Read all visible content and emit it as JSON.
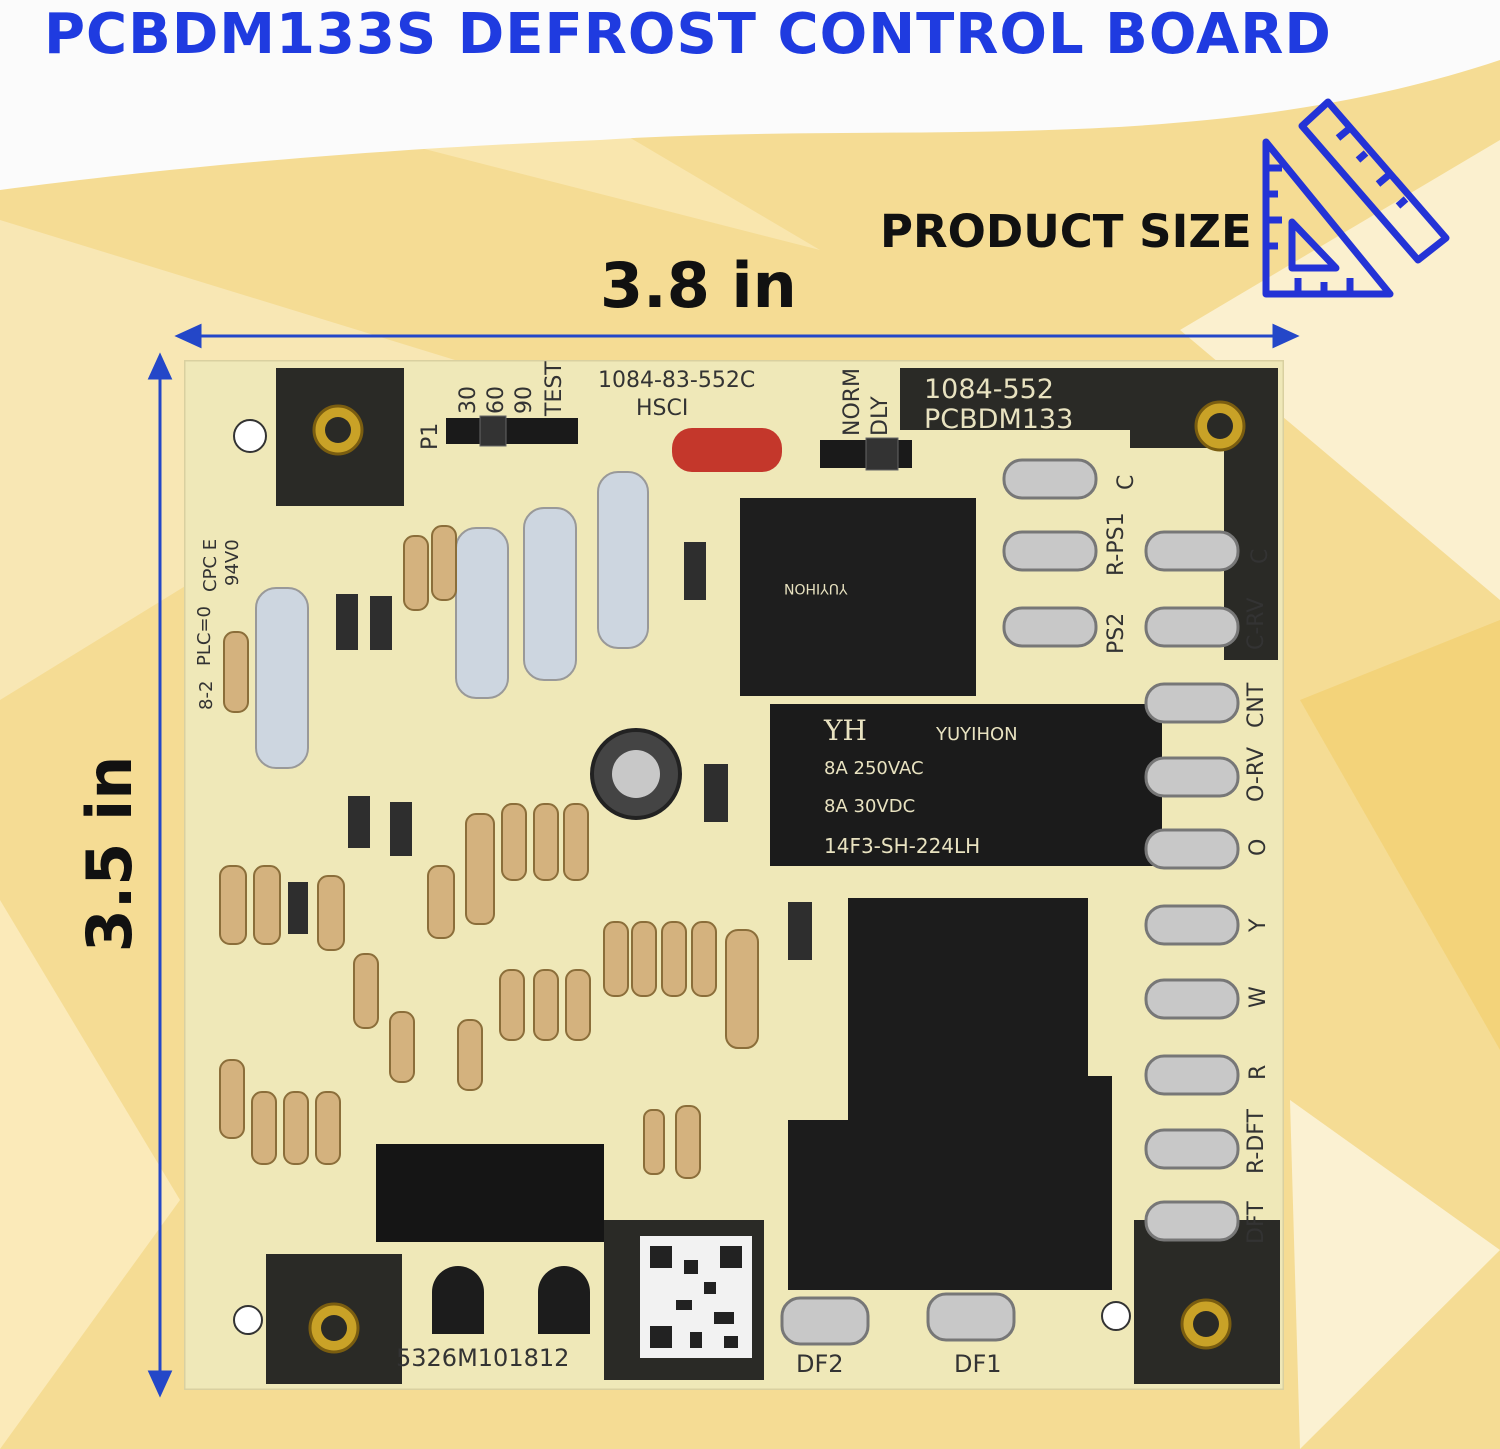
{
  "page": {
    "title": "PCBDM133S DEFROST CONTROL BOARD",
    "size_label": "PRODUCT SIZE",
    "width_dimension": "3.8 in",
    "height_dimension": "3.5 in"
  },
  "board": {
    "part_number_top": "1084-83-552C",
    "hsci": "HSCI",
    "model_block_line1": "1084-552",
    "model_block_line2": "PCBDM133",
    "serial": "5326M101812",
    "header_labels": [
      "30",
      "60",
      "90",
      "TEST"
    ],
    "header_p1": "P1",
    "jumper_labels": [
      "NORM",
      "DLY"
    ],
    "terminals_right": [
      "C",
      "C",
      "R-PS1",
      "C-RV",
      "PS2",
      "CNT",
      "O-RV",
      "O",
      "Y",
      "W",
      "R",
      "R-DFT",
      "DFT"
    ],
    "terminals_bottom": [
      "DF2",
      "DF1"
    ],
    "relay_small_text": [
      "YUYIHON"
    ],
    "relay_mid_text": [
      "YH",
      "YUYIHON",
      "8A 250VAC",
      "8A 30VDC",
      "14F3-SH-224LH"
    ],
    "board_markings": [
      "CPC E",
      "94V0",
      "PLC=0",
      "8-2"
    ]
  },
  "icons": [
    "ruler-triangle-icon"
  ],
  "colors": {
    "title_blue": "#1f3be0",
    "dimension_line": "#2447c8",
    "board": "#efe8b8",
    "mask_dark": "#2a2a26"
  }
}
